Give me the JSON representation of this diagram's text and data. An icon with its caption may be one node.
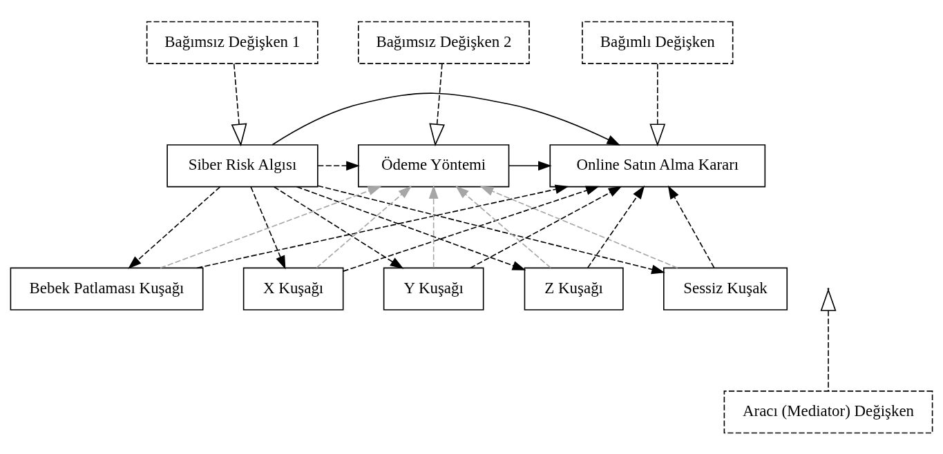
{
  "diagram": {
    "nodes": [
      {
        "text": [
          "Bağımsız Değişken 1"
        ]
      },
      {
        "text": [
          "Bağımsız Değişken 2"
        ]
      },
      {
        "text": [
          "Bağımlı Değişken"
        ]
      },
      {
        "text": [
          "Siber Risk Algısı"
        ]
      },
      {
        "text": [
          "Ödeme Yöntemi"
        ]
      },
      {
        "text": [
          "Online Satın Alma Kararı"
        ]
      },
      {
        "text": [
          "Sessiz Kuşak"
        ]
      },
      {
        "text": [
          "Bebek Patlaması Kuşağı"
        ]
      },
      {
        "text": [
          "X Kuşağı"
        ]
      },
      {
        "text": [
          "Y Kuşağı"
        ]
      },
      {
        "text": [
          "Z Kuşağı"
        ]
      },
      {
        "text": [
          "Aracı (Mediator) Değişken"
        ]
      }
    ],
    "edges": [
      {
        "from": 0,
        "to": 3,
        "arrow": "to",
        "style": "dashed"
      },
      {
        "from": 1,
        "to": 4,
        "arrow": "to",
        "style": "dashed"
      },
      {
        "from": 2,
        "to": 5,
        "arrow": "to",
        "style": "dashed"
      },
      {
        "from": 11,
        "to": null,
        "arrow": "to",
        "style": "dashed"
      },
      {
        "from": 3,
        "to": 4,
        "arrow": "to",
        "style": "dashed"
      },
      {
        "from": 4,
        "to": 5,
        "arrow": "to"
      },
      {
        "from": 3,
        "to": 5,
        "arrow": "to"
      },
      {
        "from": 3,
        "to": 6,
        "arrow": "to",
        "style": "dashed"
      },
      {
        "from": 3,
        "to": 7,
        "arrow": "to",
        "style": "dashed"
      },
      {
        "from": 3,
        "to": 8,
        "arrow": "to",
        "style": "dashed"
      },
      {
        "from": 3,
        "to": 9,
        "arrow": "to",
        "style": "dashed"
      },
      {
        "from": 3,
        "to": 10,
        "arrow": "to",
        "style": "dashed"
      },
      {
        "from": 6,
        "to": 4,
        "arrow": "to",
        "style": "dashed",
        "color": "#a6a6a6"
      },
      {
        "from": 7,
        "to": 4,
        "arrow": "to",
        "style": "dashed",
        "color": "#a6a6a6"
      },
      {
        "from": 8,
        "to": 4,
        "arrow": "to",
        "style": "dashed",
        "color": "#a6a6a6"
      },
      {
        "from": 9,
        "to": 4,
        "arrow": "to",
        "style": "dashed",
        "color": "#a6a6a6"
      },
      {
        "from": 10,
        "to": 4,
        "arrow": "to",
        "style": "dashed",
        "color": "#a6a6a6"
      },
      {
        "from": 6,
        "to": 5,
        "arrow": "to",
        "style": "dashed"
      },
      {
        "from": 7,
        "to": 5,
        "arrow": "to",
        "style": "dashed"
      },
      {
        "from": 8,
        "to": 5,
        "arrow": "to",
        "style": "dashed"
      },
      {
        "from": 9,
        "to": 5,
        "arrow": "to",
        "style": "dashed"
      },
      {
        "from": 10,
        "to": 5,
        "arrow": "to",
        "style": "dashed"
      }
    ]
  }
}
